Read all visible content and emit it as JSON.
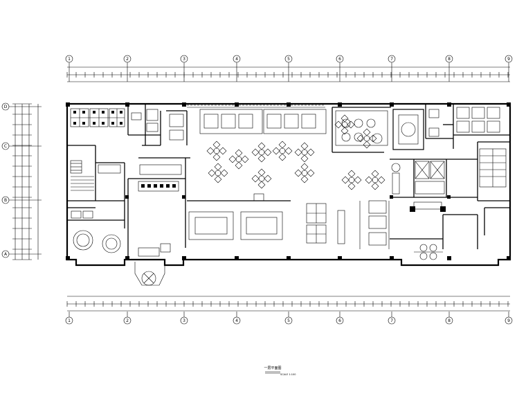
{
  "drawing": {
    "title": "一层平面图",
    "scale_note": "SCALE 1:100"
  },
  "grid": {
    "columns": [
      "1",
      "2",
      "3",
      "4",
      "5",
      "6",
      "7",
      "8",
      "9"
    ],
    "rows": [
      "D",
      "C",
      "B",
      "A"
    ]
  },
  "dimensions": {
    "top_overall": "",
    "bottom_overall": ""
  }
}
